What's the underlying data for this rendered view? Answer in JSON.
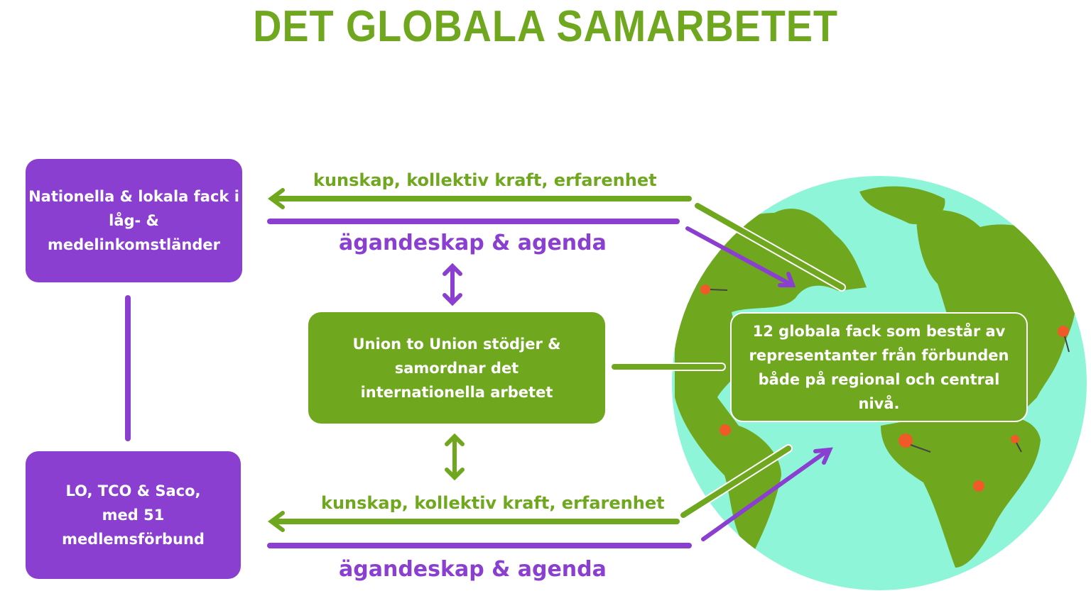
{
  "title": "DET GLOBALA SAMARBETET",
  "boxes": {
    "national": "Nationella & lokala fack i låg- & medelinkomstländer",
    "swedish": "LO, TCO & Saco, med 51 medlemsförbund",
    "u2u": "Union to Union stödjer & samordnar det internationella arbetet",
    "global": "12 globala fack som består av representanter från förbunden både på regional och central nivå."
  },
  "flows": {
    "top_green": "kunskap, kollektiv kraft, erfarenhet",
    "top_purple": "ägandeskap & agenda",
    "bottom_green": "kunskap, kollektiv kraft, erfarenhet",
    "bottom_purple": "ägandeskap & agenda"
  },
  "colors": {
    "green": "#6fa81e",
    "purple": "#8a3fd1",
    "ocean": "#8ff5d8",
    "pin": "#f05a28"
  }
}
